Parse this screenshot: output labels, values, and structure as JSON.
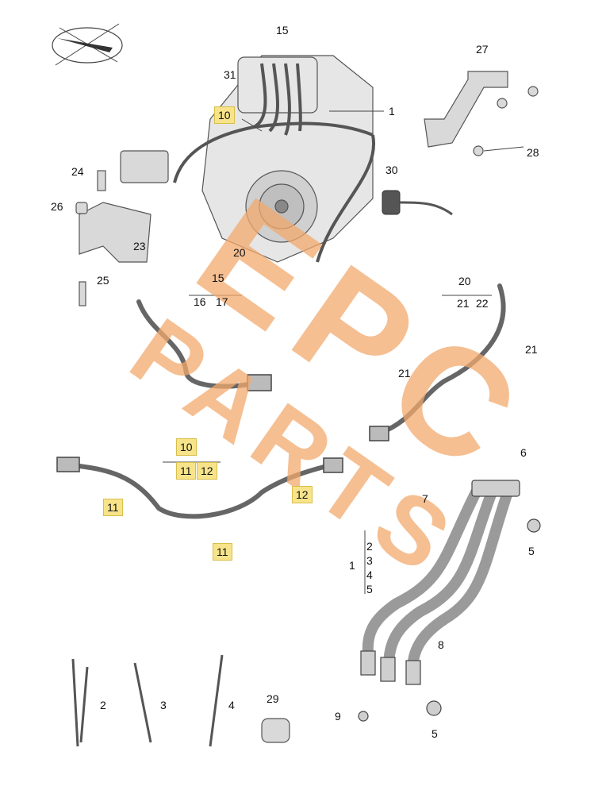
{
  "callouts": {
    "c15_top": "15",
    "c31": "31",
    "c10_top": "10",
    "c1_top": "1",
    "c27": "27",
    "c28": "28",
    "c24": "24",
    "c26": "26",
    "c23": "23",
    "c25": "25",
    "c30": "30",
    "c20_engine": "20",
    "c15_mid": "15",
    "c16": "16",
    "c17": "17",
    "c20_right": "20",
    "c21a": "21",
    "c22": "22",
    "c21b": "21",
    "c21c": "21",
    "c10_mid": "10",
    "c11_mid": "11",
    "c12_mid": "12",
    "c11_left": "11",
    "c12_right": "12",
    "c11_bottom": "11",
    "c6": "6",
    "c7": "7",
    "c5_top": "5",
    "c1_bracket": "1",
    "c2_list": "2",
    "c3_list": "3",
    "c4_list": "4",
    "c5_list": "5",
    "c8": "8",
    "c9": "9",
    "c5_bottom": "5",
    "c2_tie": "2",
    "c3_tie": "3",
    "c4_tie": "4",
    "c29": "29"
  },
  "watermark": {
    "brand_top": "EPC",
    "brand_bottom": "PARTS",
    "color": "#f2a96e"
  },
  "colors": {
    "line": "#333333",
    "highlight": "#f7e48a",
    "part_fill": "#d9d9d9"
  }
}
